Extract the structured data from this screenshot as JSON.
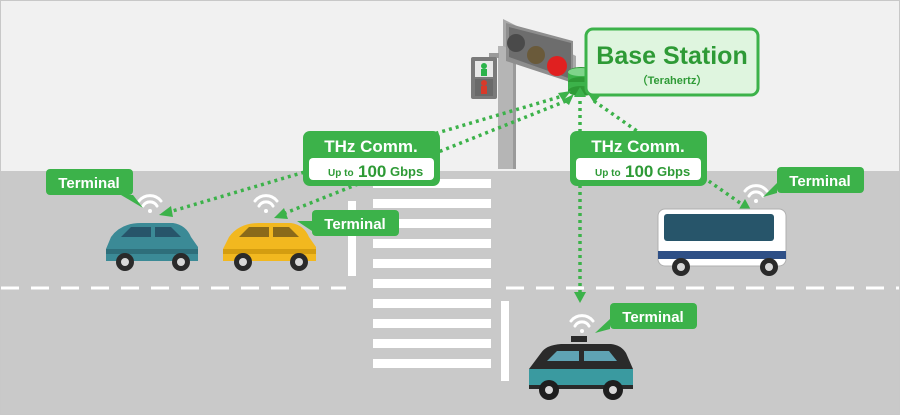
{
  "base_station": {
    "title": "Base Station",
    "subtitle": "（Terahertz）"
  },
  "comm_labels": [
    {
      "title": "THz Comm.",
      "prefix": "Up to",
      "value": "100",
      "unit": "Gbps"
    },
    {
      "title": "THz Comm.",
      "prefix": "Up to",
      "value": "100",
      "unit": "Gbps"
    }
  ],
  "terminals": [
    {
      "label": "Terminal",
      "vehicle": "teal-car"
    },
    {
      "label": "Terminal",
      "vehicle": "yellow-car"
    },
    {
      "label": "Terminal",
      "vehicle": "bus"
    },
    {
      "label": "Terminal",
      "vehicle": "taxi"
    }
  ],
  "colors": {
    "accent_green": "#3cb24a",
    "dark_green": "#2e9a36",
    "light_green": "#dff5df",
    "road": "#c9c9c9",
    "sky": "#f1f1f1",
    "teal_car": "#3b8a96",
    "yellow_car": "#f2b81f",
    "bus_body": "#ffffff",
    "taxi": "#3a9aa0"
  }
}
